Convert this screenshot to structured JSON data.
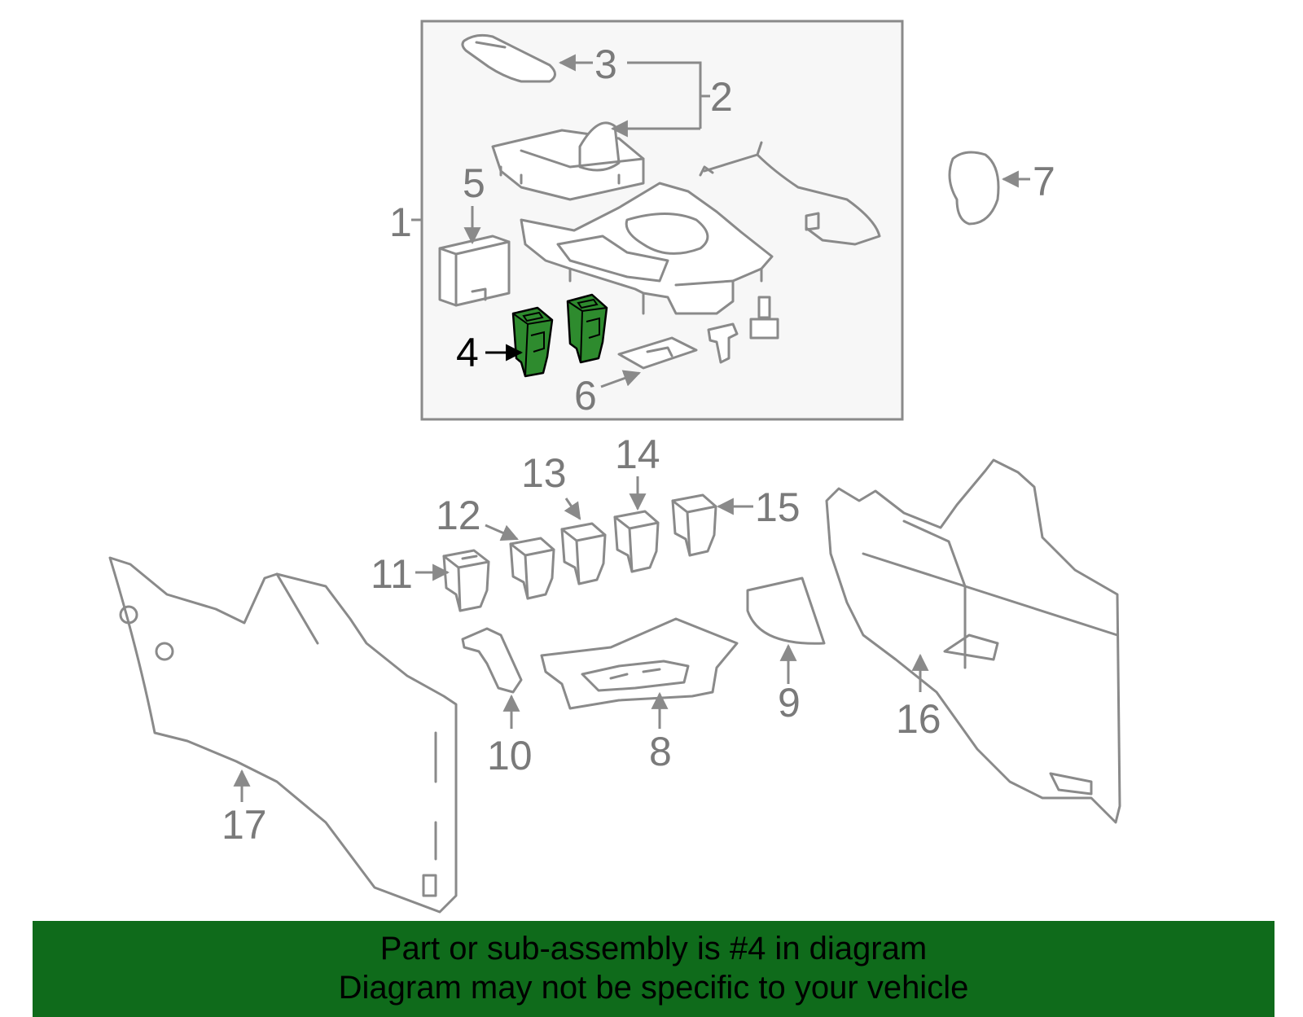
{
  "colors": {
    "highlight_part": "#2e8b2e",
    "banner_background": "#0f6b1b",
    "line_art": "#8a8a8a",
    "inset_background": "#f7f7f7"
  },
  "callouts": {
    "c1": "1",
    "c2": "2",
    "c3": "3",
    "c4": "4",
    "c5": "5",
    "c6": "6",
    "c7": "7",
    "c8": "8",
    "c9": "9",
    "c10": "10",
    "c11": "11",
    "c12": "12",
    "c13": "13",
    "c14": "14",
    "c15": "15",
    "c16": "16",
    "c17": "17"
  },
  "highlighted_callout": "4",
  "banner": {
    "line1": "Part or sub-assembly is #4 in diagram",
    "line2": "Diagram may not be specific to your vehicle"
  }
}
